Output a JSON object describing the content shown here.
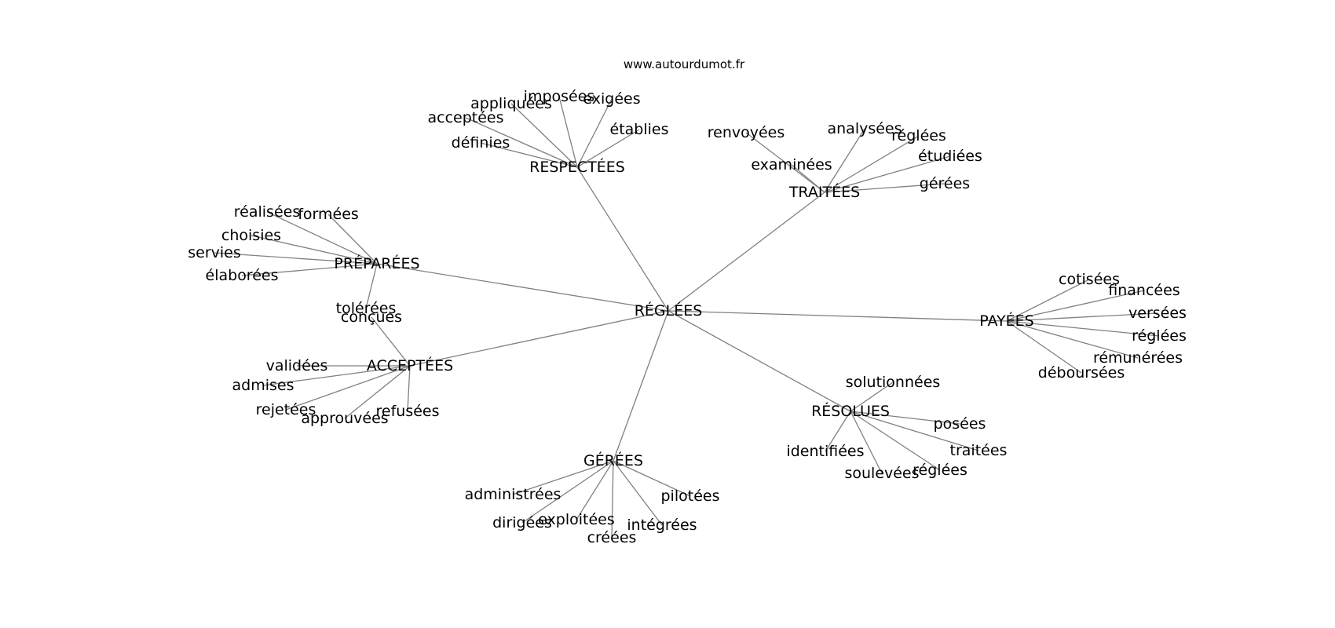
{
  "source": "www.autourdumot.fr",
  "center": "RÉGLÉES",
  "hubs": [
    {
      "label": "RESPECTÉES",
      "leaves": [
        "appliquées",
        "imposées",
        "exigées",
        "acceptées",
        "établies",
        "définies"
      ]
    },
    {
      "label": "TRAITÉES",
      "leaves": [
        "renvoyées",
        "analysées",
        "réglées",
        "étudiées",
        "examinées",
        "gérées"
      ]
    },
    {
      "label": "PRÉPARÉES",
      "leaves": [
        "réalisées",
        "formées",
        "choisies",
        "servies",
        "élaborées",
        "tolérées"
      ]
    },
    {
      "label": "PAYÉES",
      "leaves": [
        "cotisées",
        "financées",
        "versées",
        "réglées",
        "rémunérées",
        "déboursées"
      ]
    },
    {
      "label": "ACCEPTÉES",
      "leaves": [
        "conçues",
        "validées",
        "admises",
        "rejetées",
        "approuvées",
        "refusées"
      ]
    },
    {
      "label": "RÉSOLUES",
      "leaves": [
        "solutionnées",
        "posées",
        "traitées",
        "identifiées",
        "soulevées",
        "réglées"
      ]
    },
    {
      "label": "GÉRÉES",
      "leaves": [
        "administrées",
        "pilotées",
        "dirigées",
        "exploitées",
        "intégrées",
        "créées"
      ]
    }
  ]
}
